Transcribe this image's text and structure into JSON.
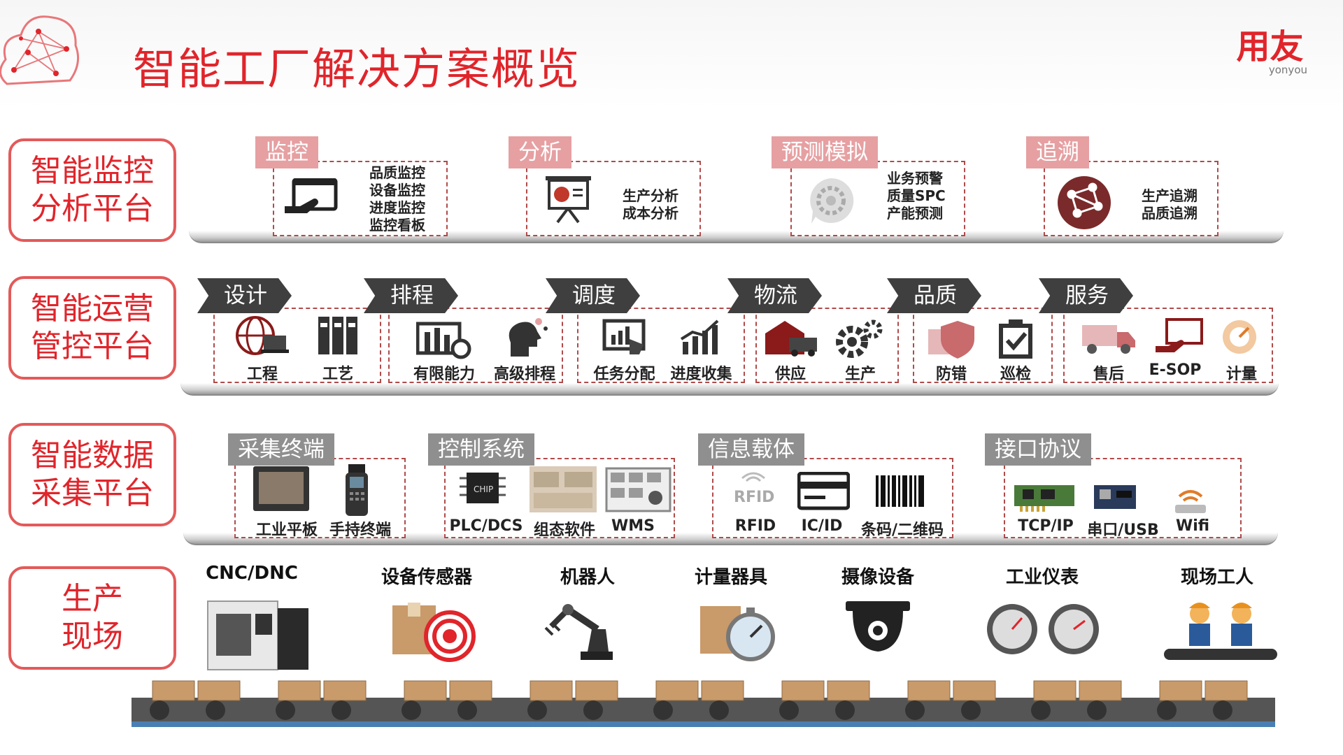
{
  "page": {
    "title": "智能工厂解决方案概览"
  },
  "brand": {
    "name": "用友",
    "sub": "yonyou",
    "color": "#e0252b"
  },
  "platforms": [
    {
      "line1": "智能监控",
      "line2": "分析平台"
    },
    {
      "line1": "智能运营",
      "line2": "管控平台"
    },
    {
      "line1": "智能数据",
      "line2": "采集平台"
    },
    {
      "line1": "生产",
      "line2": "现场"
    }
  ],
  "monitor": {
    "groups": [
      {
        "tag": "监控",
        "icon": "screen-hand-icon",
        "items": [
          "品质监控",
          "设备监控",
          "进度监控",
          "监控看板"
        ]
      },
      {
        "tag": "分析",
        "icon": "presentation-chart-icon",
        "items": [
          "生产分析",
          "成本分析"
        ]
      },
      {
        "tag": "预测模拟",
        "icon": "brain-gear-icon",
        "items": [
          "业务预警",
          "质量SPC",
          "产能预测"
        ]
      },
      {
        "tag": "追溯",
        "icon": "network-globe-icon",
        "items": [
          "生产追溯",
          "品质追溯"
        ]
      }
    ]
  },
  "ops": {
    "groups": [
      {
        "tag": "设计",
        "items": [
          {
            "label": "工程",
            "icon": "globe-laptop-icon"
          },
          {
            "label": "工艺",
            "icon": "binders-icon"
          }
        ]
      },
      {
        "tag": "排程",
        "items": [
          {
            "label": "有限能力",
            "icon": "factory-gear-icon"
          },
          {
            "label": "高级排程",
            "icon": "head-ideas-icon"
          }
        ]
      },
      {
        "tag": "调度",
        "items": [
          {
            "label": "任务分配",
            "icon": "touch-screen-chart-icon"
          },
          {
            "label": "进度收集",
            "icon": "rising-chart-icon"
          }
        ]
      },
      {
        "tag": "物流",
        "items": [
          {
            "label": "供应",
            "icon": "warehouse-truck-icon"
          },
          {
            "label": "生产",
            "icon": "gears-icon"
          }
        ]
      },
      {
        "tag": "品质",
        "items": [
          {
            "label": "防错",
            "icon": "shield-box-icon"
          },
          {
            "label": "巡检",
            "icon": "clipboard-check-icon"
          }
        ]
      },
      {
        "tag": "服务",
        "items": [
          {
            "label": "售后",
            "icon": "delivery-truck-icon"
          },
          {
            "label": "E-SOP",
            "icon": "hand-screen-icon"
          },
          {
            "label": "计量",
            "icon": "gauge-icon"
          }
        ]
      }
    ]
  },
  "data": {
    "groups": [
      {
        "tag": "采集终端",
        "items": [
          {
            "label": "工业平板",
            "icon": "industrial-tablet-icon"
          },
          {
            "label": "手持终端",
            "icon": "handheld-terminal-icon"
          }
        ]
      },
      {
        "tag": "控制系统",
        "items": [
          {
            "label": "PLC/DCS",
            "icon": "chip-icon"
          },
          {
            "label": "组态软件",
            "icon": "scada-screen-icon"
          },
          {
            "label": "WMS",
            "icon": "warehouse-rack-icon"
          }
        ]
      },
      {
        "tag": "信息载体",
        "items": [
          {
            "label": "RFID",
            "icon": "rfid-icon",
            "caption": "RFID"
          },
          {
            "label": "IC/ID",
            "icon": "card-icon"
          },
          {
            "label": "条码/二维码",
            "icon": "barcode-icon"
          }
        ]
      },
      {
        "tag": "接口协议",
        "items": [
          {
            "label": "TCP/IP",
            "icon": "network-card-icon"
          },
          {
            "label": "串口/USB",
            "icon": "serial-board-icon"
          },
          {
            "label": "Wifi",
            "icon": "wifi-router-icon"
          }
        ]
      }
    ]
  },
  "field": {
    "items": [
      {
        "label": "CNC/DNC",
        "icon": "cnc-machine-icon"
      },
      {
        "label": "设备传感器",
        "icon": "sensor-box-icon"
      },
      {
        "label": "机器人",
        "icon": "robot-arm-icon"
      },
      {
        "label": "计量器具",
        "icon": "stopwatch-box-icon"
      },
      {
        "label": "摄像设备",
        "icon": "camera-icon"
      },
      {
        "label": "工业仪表",
        "icon": "dial-gauges-icon"
      },
      {
        "label": "现场工人",
        "icon": "workers-icon"
      }
    ]
  },
  "colors": {
    "accent": "#e0252b",
    "border": "#e35a5a",
    "tag": "#e6a0a2",
    "chevron": "#3f3f3f"
  }
}
